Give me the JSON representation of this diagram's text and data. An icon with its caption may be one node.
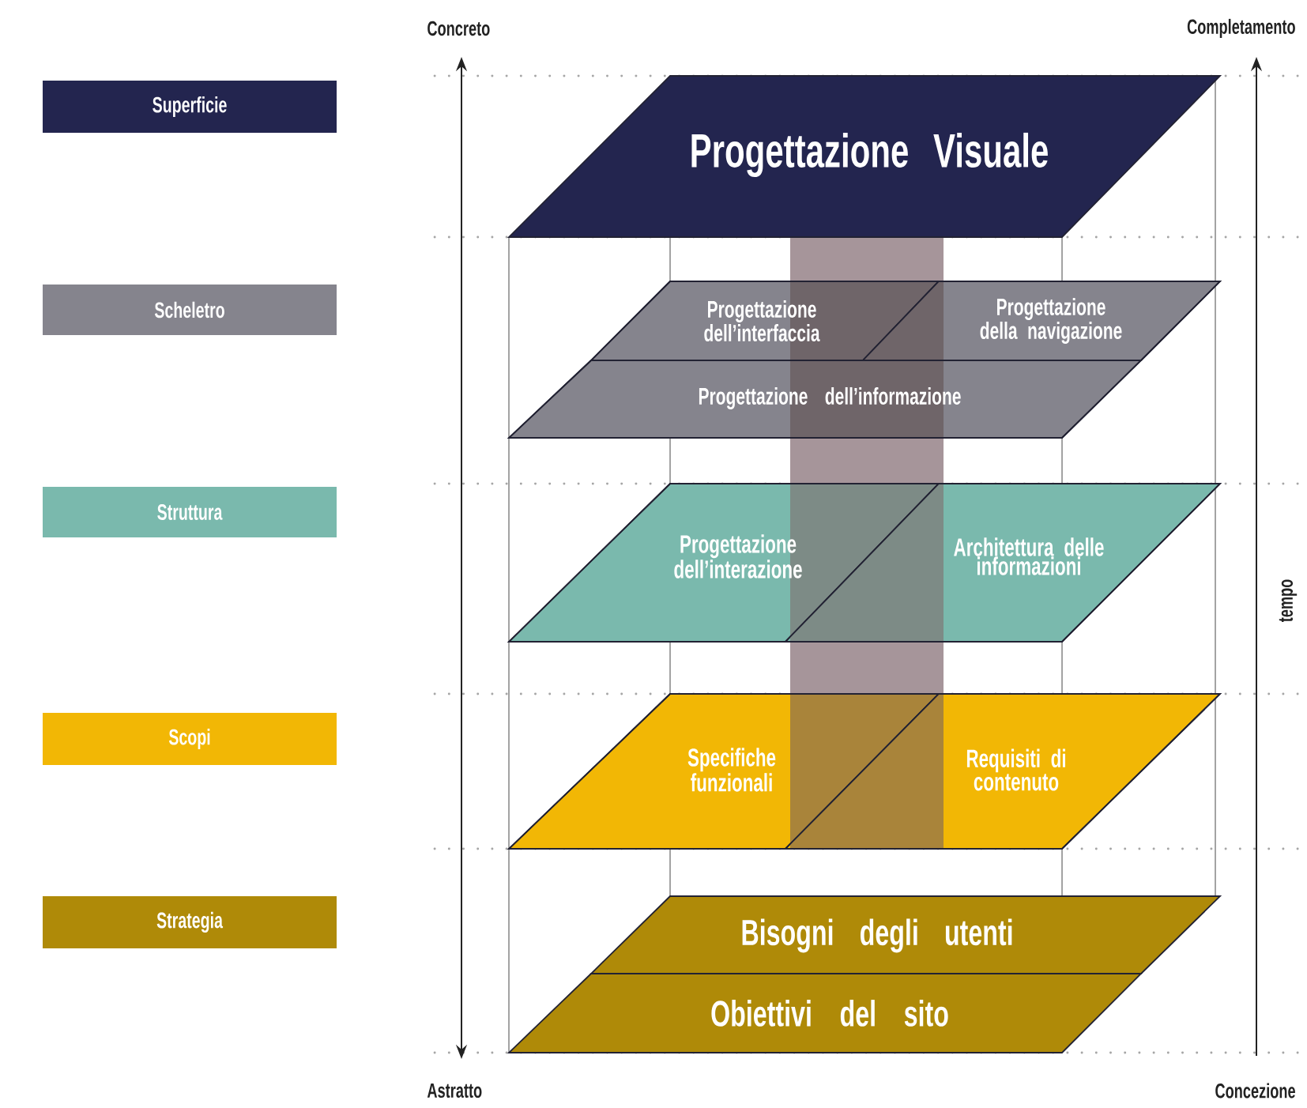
{
  "diagram": {
    "nodes": [
      {
        "text": [
          "Superficie"
        ]
      },
      {
        "text": [
          "Progettazione Visuale"
        ]
      },
      {
        "text": [
          "Scheletro"
        ]
      },
      {
        "text": [
          "Progettazione dell’interfaccia"
        ]
      },
      {
        "text": [
          "Progettazione della navigazione"
        ]
      },
      {
        "text": [
          "Progettazione dell’informazione"
        ]
      },
      {
        "text": [
          "Struttura"
        ]
      },
      {
        "text": [
          "Progettazione dell’interazione"
        ]
      },
      {
        "text": [
          "Architettura delle informazioni"
        ]
      },
      {
        "text": [
          "Scopi"
        ]
      },
      {
        "text": [
          "Specifiche funzionali"
        ]
      },
      {
        "text": [
          "Requisiti di contenuto"
        ]
      },
      {
        "text": [
          "Strategia"
        ]
      },
      {
        "text": [
          "Bisogni degli utenti"
        ]
      },
      {
        "text": [
          "Obiettivi del sito"
        ]
      }
    ],
    "edges": [],
    "labels": [
      "Concreto",
      "Completamento",
      "tempo",
      "Astratto",
      "Concezione"
    ]
  }
}
